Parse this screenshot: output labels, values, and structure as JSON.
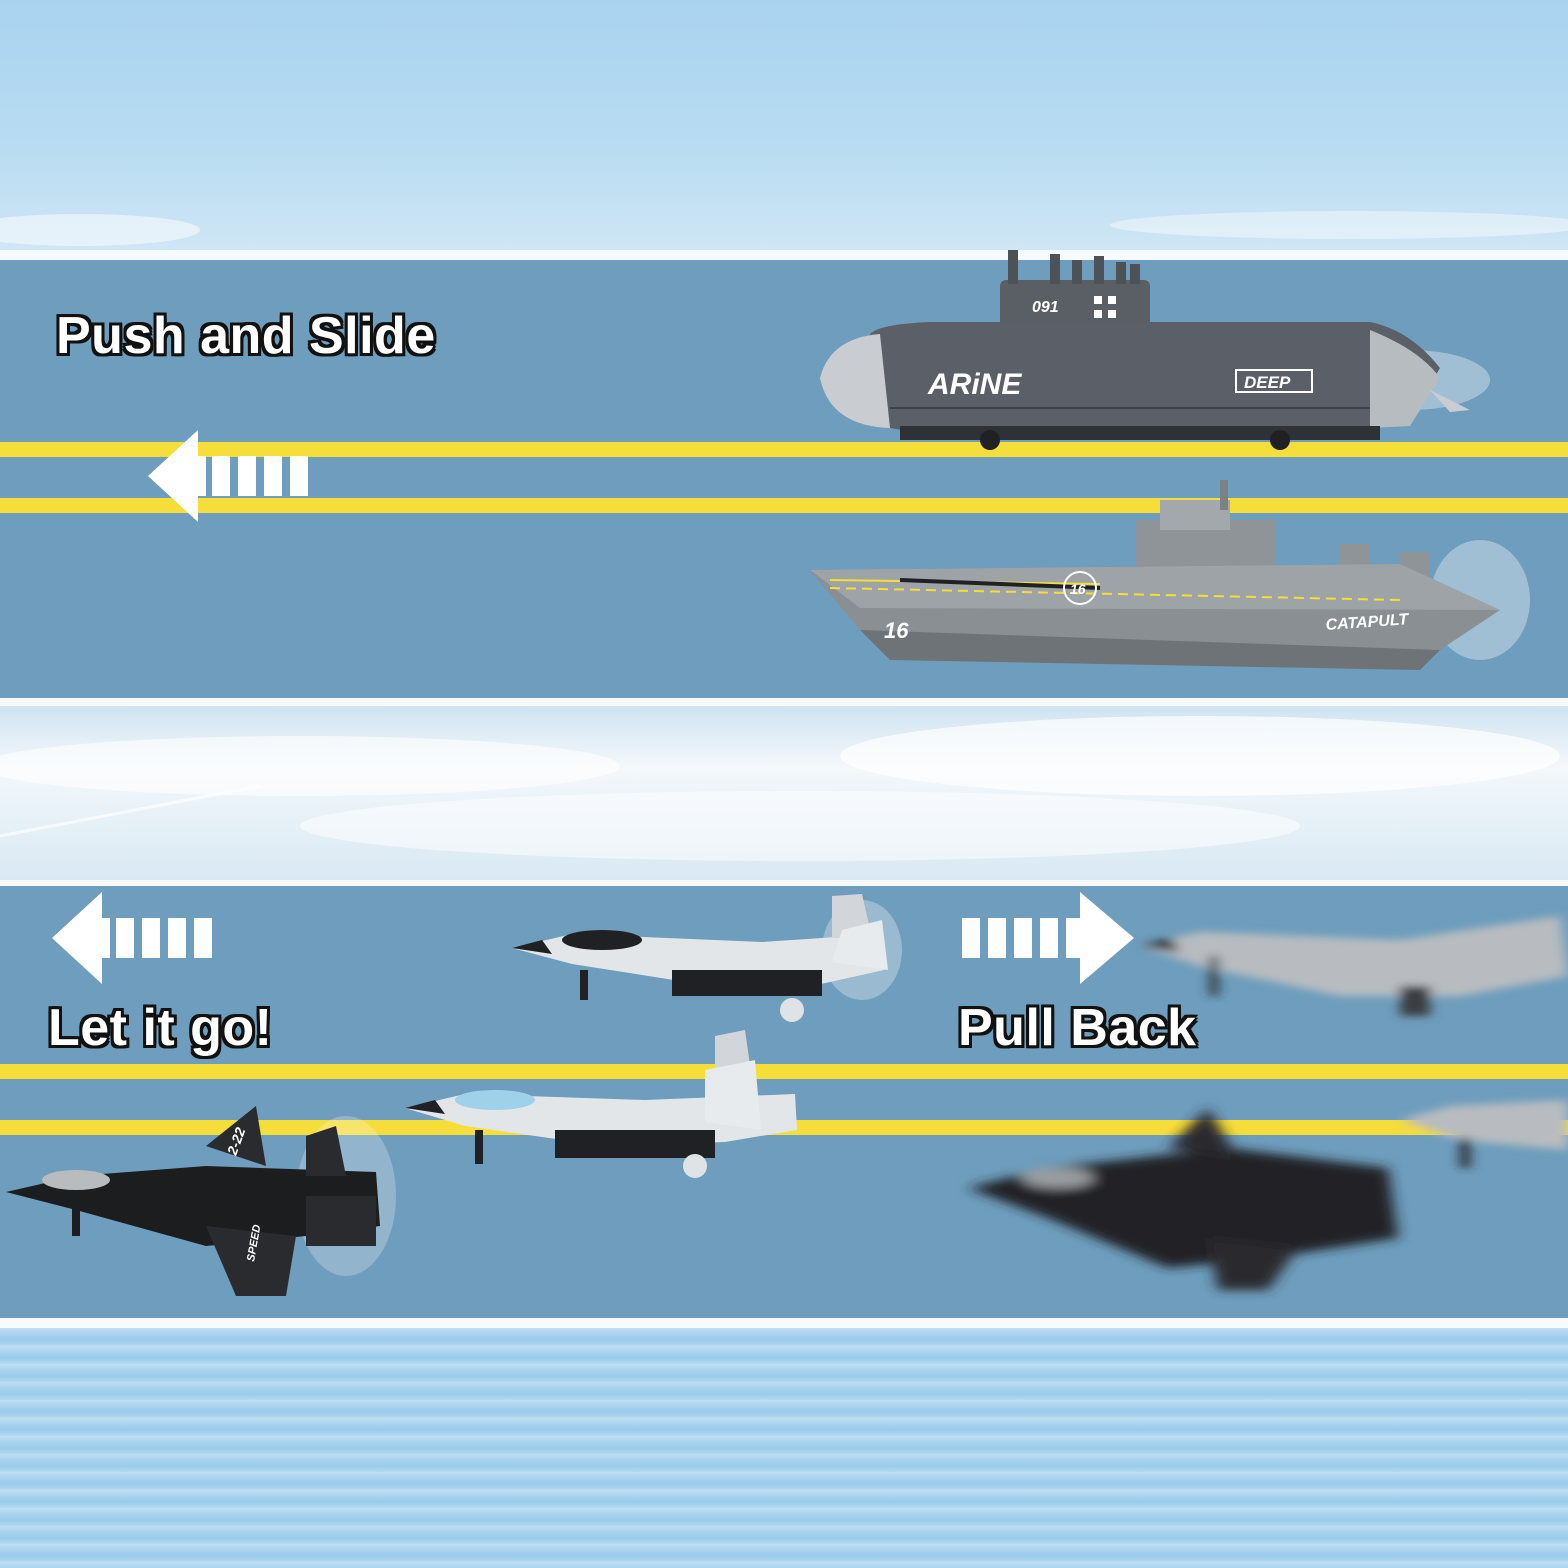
{
  "labels": {
    "push_slide": "Push and Slide",
    "let_go": "Let it go!",
    "pull_back": "Pull Back"
  },
  "toys": {
    "submarine": {
      "name_text": "ARiNE",
      "hull_number": "091",
      "badge_text": "DEEP"
    },
    "carrier": {
      "hull_number": "16",
      "deck_text": "CATAPULT",
      "circle_number": "16"
    },
    "black_jet": {
      "tail_code": "2-22",
      "wing_text": "SPEED"
    }
  },
  "colors": {
    "band": "#6e9dbd",
    "stripe": "#f5dd3a",
    "label_fill": "#ffffff",
    "label_outline": "#111111"
  },
  "icons": [
    "arrow-left-icon",
    "arrow-left-icon",
    "arrow-right-icon"
  ]
}
